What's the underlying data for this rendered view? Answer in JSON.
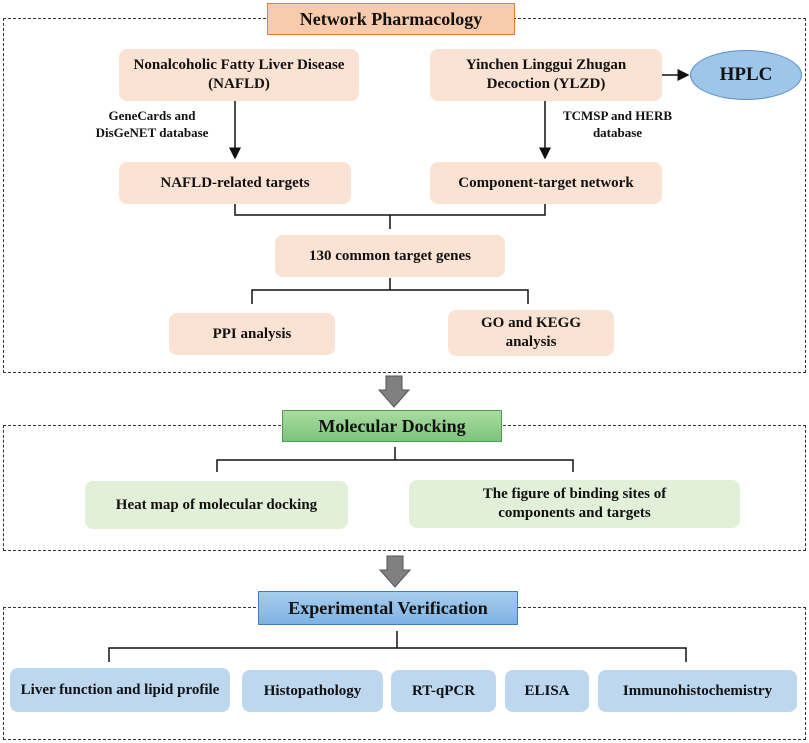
{
  "sections": {
    "network": {
      "title": "Network Pharmacology",
      "nafld": "Nonalcoholic Fatty Liver Disease (NAFLD)",
      "ylzd": "Yinchen Linggui Zhugan Decoction (YLZD)",
      "hplc": "HPLC",
      "db_left": "GeneCards and DisGeNET database",
      "db_right": "TCMSP and HERB database",
      "nafld_targets": "NAFLD-related targets",
      "component_network": "Component-target network",
      "common_genes": "130 common target genes",
      "ppi": "PPI analysis",
      "go_kegg": "GO and KEGG analysis"
    },
    "docking": {
      "title": "Molecular Docking",
      "heat_map": "Heat map of molecular docking",
      "binding_sites": "The figure of binding sites of components and targets"
    },
    "experimental": {
      "title": "Experimental Verification",
      "items": [
        "Liver function and lipid profile",
        "Histopathology",
        "RT-qPCR",
        "ELISA",
        "Immunohistochemistry"
      ]
    }
  },
  "colors": {
    "section1": "#fbe3d4",
    "section2": "#e2f0d9",
    "section3": "#bdd7ee",
    "hplc": "#9ec5ea"
  }
}
